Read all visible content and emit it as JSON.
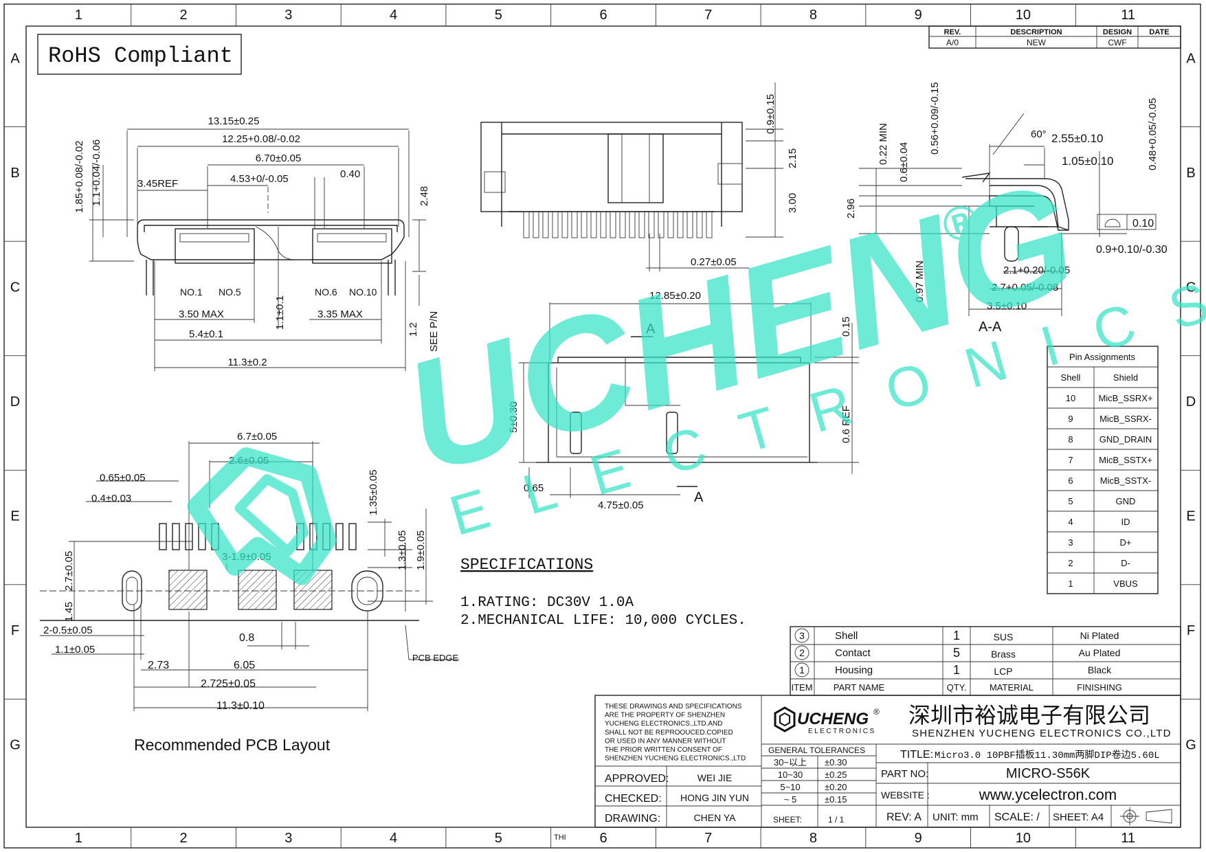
{
  "rohs": "RoHS Compliant",
  "grid": {
    "cols": [
      "1",
      "2",
      "3",
      "4",
      "5",
      "6",
      "7",
      "8",
      "9",
      "10",
      "11"
    ],
    "rows": [
      "A",
      "B",
      "C",
      "D",
      "E",
      "F",
      "G"
    ]
  },
  "revision_block": {
    "headers": [
      "REV.",
      "DESCRIPTION",
      "DESIGN",
      "DATE"
    ],
    "row": [
      "A/0",
      "NEW",
      "CWF",
      ""
    ]
  },
  "watermark": {
    "brand": "UCHENG",
    "sub": "ELECTRONICS",
    "mark": "®"
  },
  "front_view": {
    "dims": [
      "13.15±0.25",
      "12.25+0.08/-0.02",
      "6.70±0.05",
      "3.45REF",
      "4.53+0/-0.05",
      "0.40",
      "1.85+0.08/-0.02",
      "1.1+0.04/-0.06",
      "2.48",
      "NO.1",
      "NO.5",
      "NO.6",
      "NO.10",
      "3.50 MAX",
      "3.35 MAX",
      "5.4±0.1",
      "1.1±0.1",
      "1.2",
      "SEE P/N",
      "11.3±0.2"
    ]
  },
  "top_view": {
    "dims": [
      "0.9±0.15",
      "2.15",
      "3.00",
      "0.27±0.05"
    ]
  },
  "section_view": {
    "dims": [
      "0.22 MIN",
      "0.6±0.04",
      "0.56+0.09/-0.15",
      "60°",
      "2.55±0.10",
      "1.05±0.10",
      "0.48+0.05/-0.05",
      "2.96",
      "0.10",
      "0.9+0.10/-0.30",
      "0.97 MIN",
      "2.1+0.20/-0.05",
      "2.7+0.05/-0.08",
      "3.5±0.10"
    ],
    "label": "A-A"
  },
  "side_view": {
    "dims": [
      "12.85±0.20",
      "A",
      "0.15",
      "5±0.30",
      "0.6 REF",
      "0.65",
      "4.75±0.05",
      "A"
    ]
  },
  "pcb_layout": {
    "dims": [
      "6.7±0.05",
      "2.6±0.05",
      "0.65±0.05",
      "0.4±0.03",
      "1.35±0.05",
      "1.3±0.05",
      "1.9±0.05",
      "2.7±0.05",
      "3-1.9±0.05",
      "1.45",
      "2-0.5±0.05",
      "1.1±0.05",
      "0.8",
      "2.73",
      "6.05",
      "2.725±0.05",
      "11.3±0.10"
    ],
    "pcb_edge": "PCB EDGE",
    "caption": "Recommended PCB Layout"
  },
  "specifications": {
    "title": "SPECIFICATIONS",
    "lines": [
      "1.RATING: DC30V 1.0A",
      "2.MECHANICAL LIFE: 10,000 CYCLES."
    ]
  },
  "pin_table": {
    "title": "Pin Assignments",
    "headers": [
      "Shell",
      "Shield"
    ],
    "rows": [
      [
        "10",
        "MicB_SSRX+"
      ],
      [
        "9",
        "MicB_SSRX-"
      ],
      [
        "8",
        "GND_DRAIN"
      ],
      [
        "7",
        "MicB_SSTX+"
      ],
      [
        "6",
        "MicB_SSTX-"
      ],
      [
        "5",
        "GND"
      ],
      [
        "4",
        "ID"
      ],
      [
        "3",
        "D+"
      ],
      [
        "2",
        "D-"
      ],
      [
        "1",
        "VBUS"
      ]
    ]
  },
  "bom": {
    "rows": [
      {
        "item": "3",
        "name": "Shell",
        "qty": "1",
        "material": "SUS",
        "finishing": "Ni  Plated"
      },
      {
        "item": "2",
        "name": "Contact",
        "qty": "5",
        "material": "Brass",
        "finishing": "Au  Plated"
      },
      {
        "item": "1",
        "name": "Housing",
        "qty": "1",
        "material": "LCP",
        "finishing": "Black"
      }
    ],
    "headers": {
      "item": "ITEM",
      "name": "PART  NAME",
      "qty": "QTY.",
      "material": "MATERIAL",
      "finishing": "FINISHING"
    }
  },
  "title_block": {
    "notice": [
      "THESE DRAWINGS AND SPECIFICATIONS",
      "ARE THE PROPERTY OF SHENZHEN",
      "YUCHENG ELECTRONICS.,LTD.AND",
      "SHALL NOT BE REPROOUCED.COPIED",
      "OR USED IN ANY MANNER WITHOUT",
      "THE PRIOR WRITTEN CONSENT OF",
      "SHENZHEN YUCHENG ELECTRONICS.,LTD"
    ],
    "logo": {
      "brand": "UCHENG",
      "reg": "®",
      "sub": "ELECTRONICS"
    },
    "company_cn": "深圳市裕诚电子有限公司",
    "company_en": "SHENZHEN YUCHENG ELECTRONICS CO.,LTD",
    "tolerances_title": "GENERAL TOLERANCES",
    "tolerances": [
      [
        "30~以上",
        "±0.30"
      ],
      [
        "10~30",
        "±0.25"
      ],
      [
        "5~10",
        "±0.20"
      ],
      [
        "~ 5",
        "±0.15"
      ]
    ],
    "sheet_label": "SHEET:",
    "sheet_value": "1 / 1",
    "approved_label": "APPROVED:",
    "approved": "WEI JIE",
    "checked_label": "CHECKED:",
    "checked": "HONG JIN YUN",
    "drawing_label": "DRAWING:",
    "drawing": "CHEN YA",
    "title_label": "TITLE:",
    "title": "Micro3.0 10PBF插板11.30mm两脚DIP卷边5.60L",
    "part_label": "PART NO:",
    "part": "MICRO-S56K",
    "website_label": "WEBSITE :",
    "website": "www.ycelectron.com",
    "rev": "REV: A",
    "unit": "UNIT: mm",
    "scale": "SCALE: /",
    "sheet": "SHEET: A4",
    "thi": "THI"
  }
}
